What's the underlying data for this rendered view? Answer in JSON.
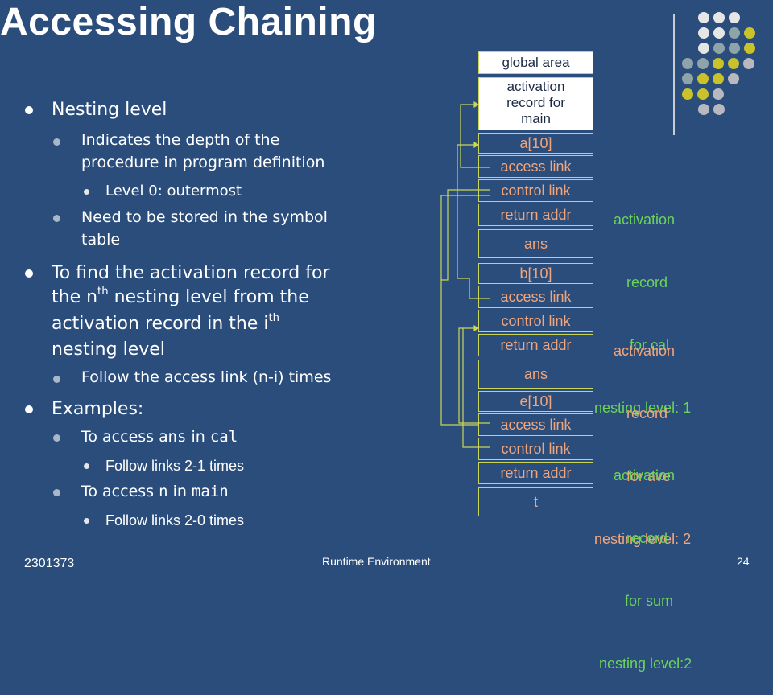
{
  "title": "Accessing Chaining",
  "bullets": {
    "b1": "Nesting level",
    "b1_1": "Indicates the depth of the",
    "b1_1b": "procedure in program definition",
    "b1_1_1": "Level 0: outermost",
    "b1_2": "Need to be stored in the symbol",
    "b1_2b": "table",
    "b2_line1": "To find the activation record for",
    "b2_line2a": "the n",
    "b2_line2sup": "th",
    "b2_line2b": " nesting level from the",
    "b2_line3a": "activation record in the i",
    "b2_line3sup": "th",
    "b2_line4": "nesting level",
    "b2_1": "Follow the access link (n-i) times",
    "b3": "Examples:",
    "b3_1_text": "To access ",
    "b3_1_code1": "ans",
    "b3_1_mid": " in ",
    "b3_1_code2": "cal",
    "b3_1_1": "Follow links 2-1 times",
    "b3_2_text": "To access ",
    "b3_2_code1": "n",
    "b3_2_mid": " in ",
    "b3_2_code2": "main",
    "b3_2_1": "Follow links 2-0 times"
  },
  "stack": {
    "global": "global area",
    "main_ar_1": "activation",
    "main_ar_2": "record for",
    "main_ar_3": "main",
    "cal": [
      "a[10]",
      "access link",
      "control link",
      "return addr",
      "ans"
    ],
    "ave": [
      "b[10]",
      "access link",
      "control link",
      "return addr",
      "ans"
    ],
    "sum": [
      "e[10]",
      "access link",
      "control link",
      "return addr",
      "t"
    ]
  },
  "labels": {
    "cal": [
      "activation",
      "record",
      "for cal",
      "nesting level: 1"
    ],
    "ave": [
      "activation",
      "record",
      "for ave",
      "nesting level: 2"
    ],
    "sum": [
      "activation",
      "record",
      "for sum",
      "nesting level:2"
    ]
  },
  "footer": {
    "course": "2301373",
    "subject": "Runtime Environment",
    "page": "24"
  },
  "colors": {
    "background": "#2a4d7c",
    "box_text": "#f3a57a",
    "cal_label": "#6cd35a",
    "ave_label": "#f3a57a",
    "sum_label": "#6cd35a",
    "links": "#c9d65a"
  }
}
